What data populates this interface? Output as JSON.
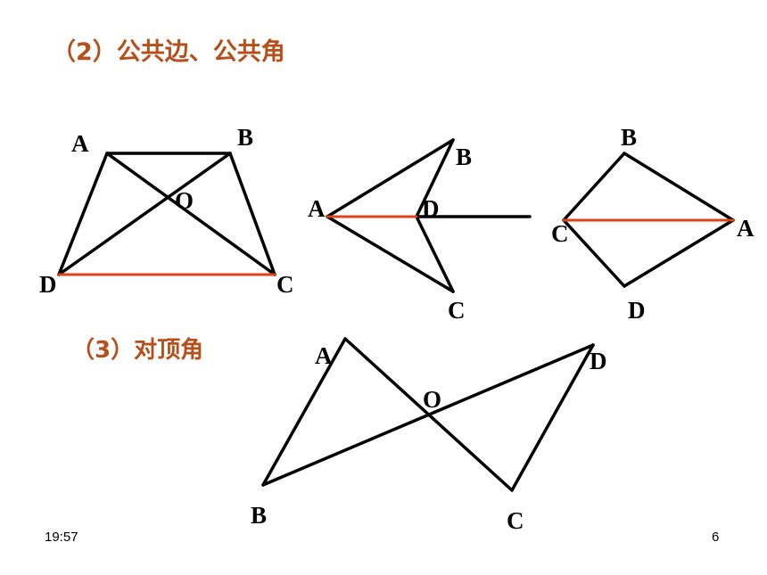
{
  "headings": {
    "common": "（2）公共边、公共角",
    "vertical": "（3）对顶角"
  },
  "footer": {
    "time": "19:57",
    "page": "6"
  },
  "colors": {
    "heading": "#b5501a",
    "highlight": "#e0401a",
    "line": "#000000"
  },
  "figures": {
    "trapezoid": {
      "A": "A",
      "B": "B",
      "C": "C",
      "D": "D",
      "O": "O"
    },
    "arrow": {
      "A": "A",
      "B": "B",
      "C": "C",
      "D": "D"
    },
    "kite": {
      "A": "A",
      "B": "B",
      "C": "C",
      "D": "D"
    },
    "bowtie": {
      "A": "A",
      "B": "B",
      "C": "C",
      "D": "D",
      "O": "O"
    }
  }
}
